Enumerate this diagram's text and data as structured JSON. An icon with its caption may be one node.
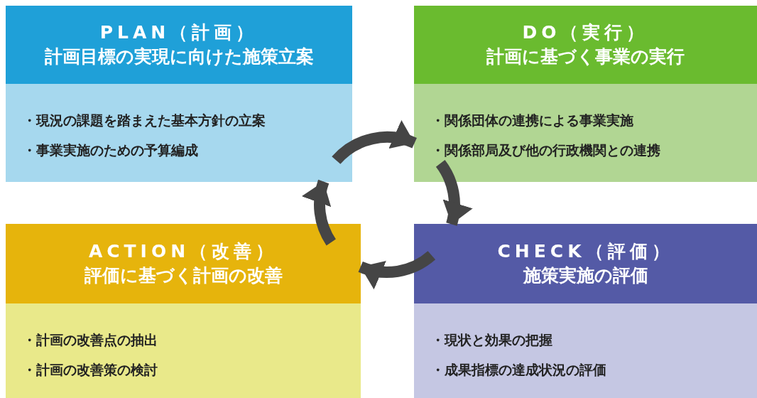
{
  "diagram": {
    "nodes": [
      {
        "text": [
          "PLAN（計画）",
          "計画目標の実現に向けた施策立案",
          "・現況の課題を踏まえた基本方針の立案",
          "・事業実施のための予算編成"
        ]
      },
      {
        "text": [
          "DO（実行）",
          "計画に基づく事業の実行",
          "・関係団体の連携による事業実施",
          "・関係部局及び他の行政機関との連携"
        ]
      },
      {
        "text": [
          "ACTION（改善）",
          "評価に基づく計画の改善",
          "・計画の改善点の抽出",
          "・計画の改善策の検討"
        ]
      },
      {
        "text": [
          "CHECK（評価）",
          "施策実施の評価",
          "・現状と効果の把握",
          "・成果指標の達成状況の評価"
        ]
      }
    ],
    "edges": [
      {
        "from": 0,
        "to": 1,
        "arrow": "to"
      },
      {
        "from": 1,
        "to": 3,
        "arrow": "to"
      },
      {
        "from": 3,
        "to": 2,
        "arrow": "to"
      },
      {
        "from": 2,
        "to": 0,
        "arrow": "to"
      }
    ]
  }
}
